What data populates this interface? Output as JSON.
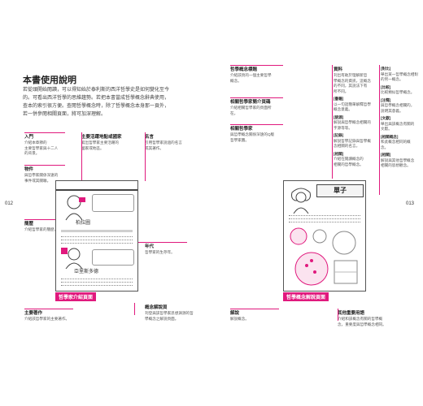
{
  "left_page": {
    "title": "本書使用說明",
    "intro": [
      "若從頭開始閱讀，可以得知始於泰利斯的西洋哲學史是如何變化至今",
      "的。可看出西洋哲學的思維趨勢。若把本書當成哲學概念辭典使用，",
      "查本的索引很方便。查閱哲學概念時，除了哲學概念本身那一頁外，",
      "若一併參閱相關頁面，將可加深理解。"
    ],
    "page_number": "012",
    "annotations": [
      {
        "label": "入門",
        "desc": [
          "介紹本章節的",
          "主要哲學家與十二人",
          "的背景。"
        ]
      },
      {
        "label": "主要活躍地點或國家",
        "desc": [
          "寫出哲學家主要活躍的",
          "國家或地區。"
        ]
      },
      {
        "label": "名言",
        "desc": [
          "引用哲學家說過的名言",
          "或其著作。"
        ]
      },
      {
        "label": "物件",
        "desc": [
          "與哲學家關係深遠的",
          "事件或其關聯。"
        ]
      },
      {
        "label": "簡歷",
        "desc": [
          "介紹哲學家的簡歷。"
        ]
      },
      {
        "label": "年代",
        "desc": [
          "哲學家的生存年。"
        ]
      },
      {
        "label": "主要著作",
        "desc": [
          "介紹該哲學家的主要著作。"
        ]
      },
      {
        "label": "概念解說頁",
        "desc": [
          "刊登與該哲學家思想淵源的哲",
          "學概念之解說頁面。"
        ]
      }
    ],
    "sample": {
      "name1": "柏拉圖",
      "name2": "亞里斯多德",
      "tag": "哲學家介紹頁面"
    }
  },
  "right_page": {
    "page_number": "013",
    "annotations": [
      {
        "label": "哲學概念標題",
        "desc": [
          "介紹該頁的一個主要哲學",
          "概念。"
        ]
      },
      {
        "label": "相關哲學家簡介頁碼",
        "desc": [
          "介紹相關哲學家的頁面所",
          "在。"
        ]
      },
      {
        "label": "相關哲學家",
        "desc": [
          "與哲學概念關係深遠的Q版",
          "哲學家圖。"
        ]
      },
      {
        "label": "解說",
        "desc": [
          "解說概念。"
        ]
      },
      {
        "label": "其他重要用語",
        "desc": [
          "介紹和該概念有關的哲學概",
          "念，重要度與哲學概念相同。"
        ]
      }
    ],
    "side_notes": [
      {
        "label": "資料",
        "desc": [
          "刊出有助於理解新哲",
          "學概念的資訊，這概念",
          "的不同，其說法下有",
          "所不同。"
        ]
      },
      {
        "label": "[書籍]",
        "desc": [
          "以一句話簡單解釋哲學",
          "概念意義。"
        ]
      },
      {
        "label": "[語源]",
        "desc": [
          "解說與哲學概念相關的",
          "字源等等。"
        ]
      },
      {
        "label": "[記錄]",
        "desc": [
          "解說哲學記錄與哲學概",
          "念相關的名言。"
        ]
      },
      {
        "label": "[相關]",
        "desc": [
          "介紹在閱讀概念的",
          "相關的哲學概念。"
        ]
      }
    ],
    "far_notes": [
      {
        "label": "[對比]",
        "desc": [
          "舉出某一哲學概念相對",
          "的另一概念。"
        ]
      },
      {
        "label": "[比較]",
        "desc": [
          "比較類似哲學概念。"
        ]
      },
      {
        "label": "[注釋]",
        "desc": [
          "與哲學概念相關的，",
          "說明其意義。"
        ]
      },
      {
        "label": "[文獻]",
        "desc": [
          "舉出與該概念有關的",
          "文獻。"
        ]
      },
      {
        "label": "[相關概念]",
        "desc": [
          "和此概念相同的概",
          "念。"
        ]
      },
      {
        "label": "[相關]",
        "desc": [
          "解說與其他哲學概念",
          "相關的思想觀念。"
        ]
      }
    ],
    "sample": {
      "concept_title": "單子",
      "tag": "哲學概念解說頁面"
    }
  }
}
